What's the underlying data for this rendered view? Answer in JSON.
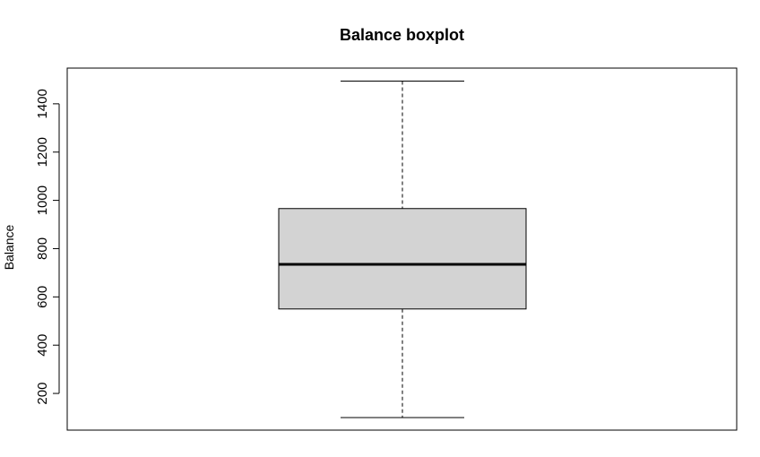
{
  "chart_data": {
    "type": "boxplot",
    "title": "Balance boxplot",
    "xlabel": "",
    "ylabel": "Balance",
    "ylim": [
      48,
      1548
    ],
    "yticks": [
      200,
      400,
      600,
      800,
      1000,
      1200,
      1400
    ],
    "ytick_labels": [
      "200",
      "400",
      "600",
      "800",
      "1000",
      "1200",
      "1400"
    ],
    "grid": false,
    "series": [
      {
        "min": 100,
        "q1": 550,
        "median": 735,
        "q3": 966,
        "max": 1494
      }
    ],
    "colors": {
      "box_fill": "#d3d3d3",
      "stroke": "#000000"
    }
  }
}
